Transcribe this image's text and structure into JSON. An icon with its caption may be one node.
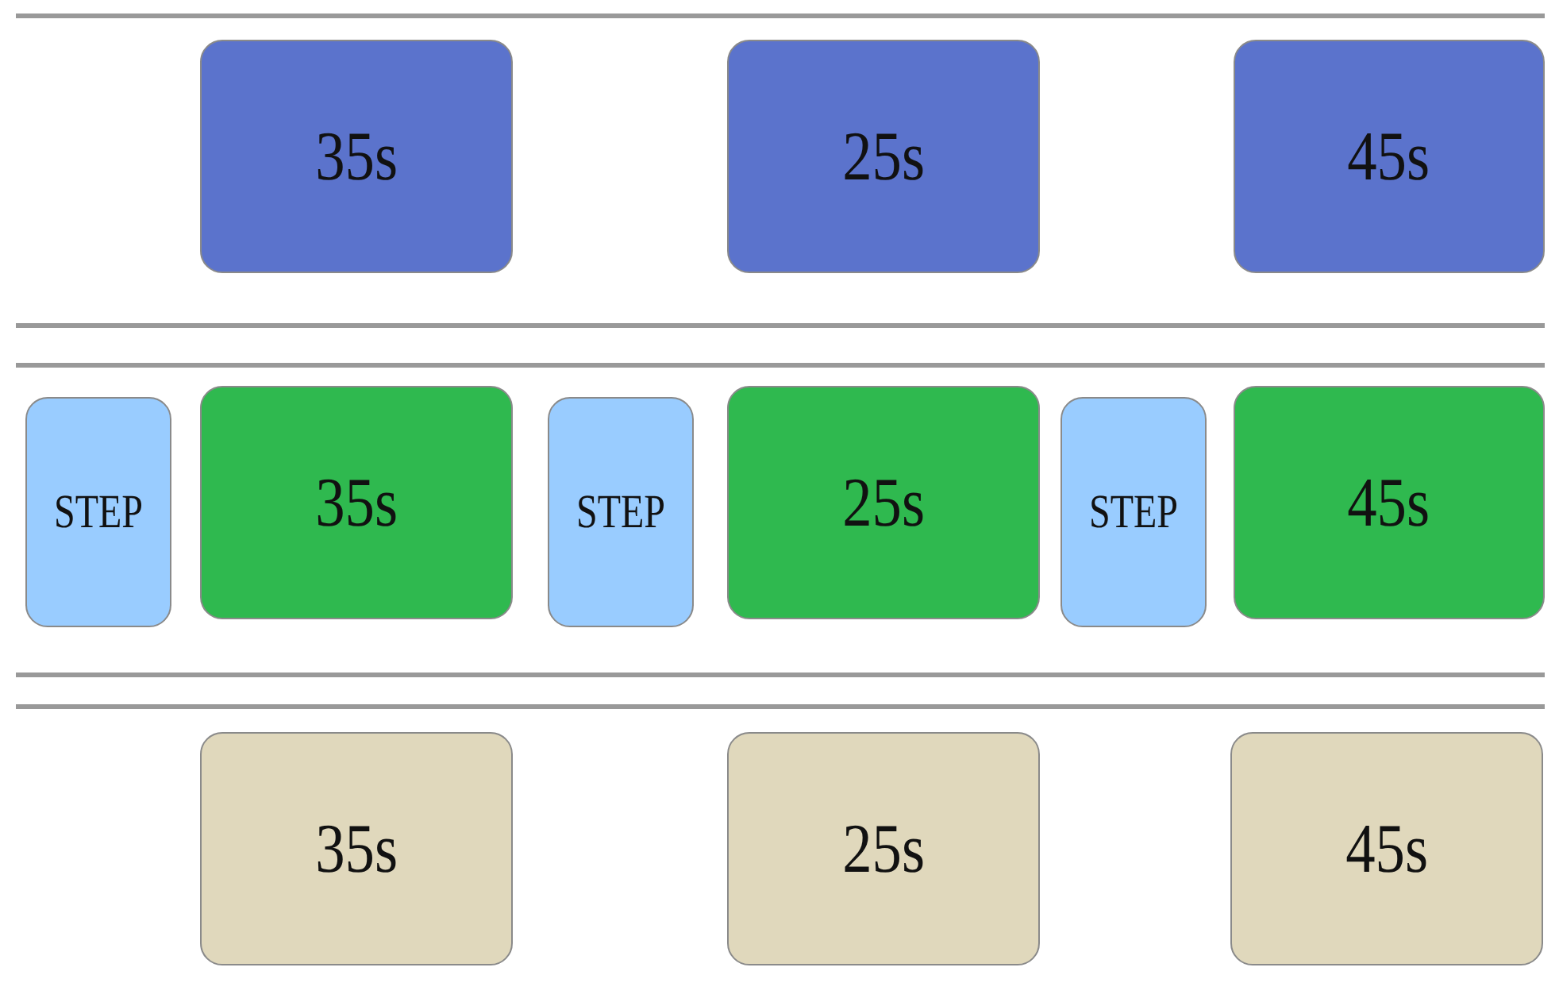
{
  "diagram": {
    "nodes": [
      {
        "text": [
          "35s"
        ]
      },
      {
        "text": [
          "25s"
        ]
      },
      {
        "text": [
          "45s"
        ]
      },
      {
        "text": [
          "STEP"
        ]
      },
      {
        "text": [
          "35s"
        ]
      },
      {
        "text": [
          "STEP"
        ]
      },
      {
        "text": [
          "25s"
        ]
      },
      {
        "text": [
          "STEP"
        ]
      },
      {
        "text": [
          "45s"
        ]
      },
      {
        "text": [
          "35s"
        ]
      },
      {
        "text": [
          "25s"
        ]
      },
      {
        "text": [
          "45s"
        ]
      }
    ]
  }
}
